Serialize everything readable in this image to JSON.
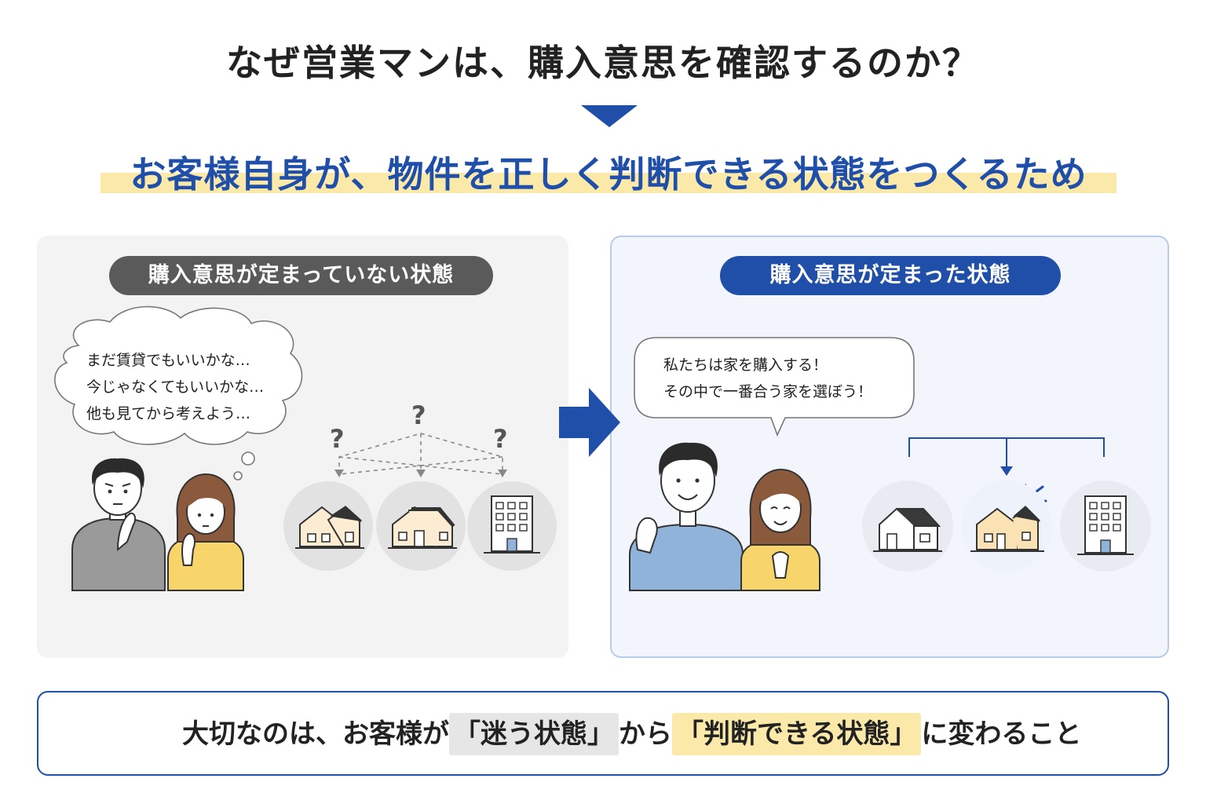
{
  "title": "なぜ営業マンは、購入意思を確認するのか？",
  "subtitle": "お客様自身が、物件を正しく判断できる状態をつくるため",
  "left_panel": {
    "label": "購入意思が定まっていない状態",
    "thoughts": [
      "まだ賃貸でもいいかな…",
      "今じゃなくてもいいかな…",
      "他も見てから考えよう…"
    ],
    "question_mark": "?"
  },
  "right_panel": {
    "label": "購入意思が定まった状態",
    "speech": [
      "私たちは家を購入する！",
      "その中で一番合う家を選ぼう！"
    ]
  },
  "bottom": {
    "part1": "大切なのは、お客様が",
    "highlight1": "「迷う状態」",
    "part2": "から",
    "highlight2": "「判断できる状態」",
    "part3": "に変わること"
  },
  "colors": {
    "accent_blue": "#1f4fa8",
    "highlight_yellow": "#fbe9a9",
    "pill_gray": "#5a5a5a",
    "shirt_gray": "#9a9a9a",
    "shirt_yellow": "#f7d56b",
    "shirt_blue": "#8fb3d9"
  }
}
